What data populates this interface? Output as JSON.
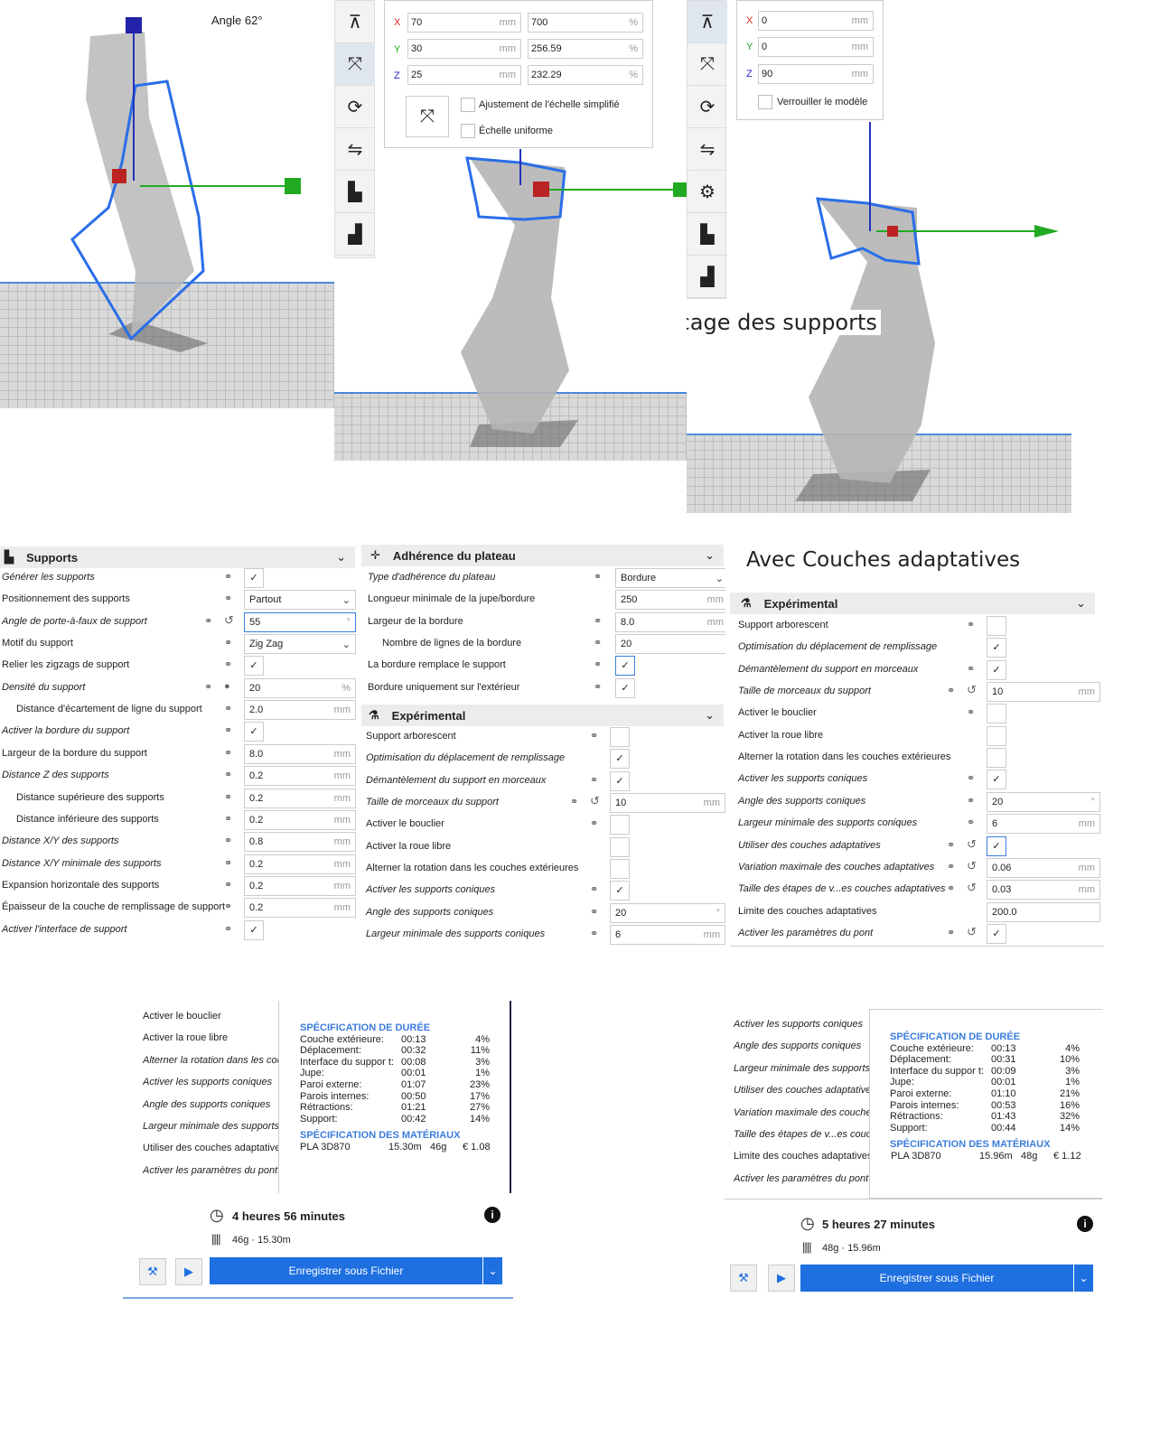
{
  "viewport1": {
    "angle_label": "Angle 62°"
  },
  "viewport2": {
    "scale": {
      "x_mm": "70",
      "y_mm": "30",
      "z_mm": "25",
      "x_pct": "700",
      "y_pct": "256.59",
      "z_pct": "232.29",
      "unit_mm": "mm",
      "unit_pct": "%",
      "axis_x": "X",
      "axis_y": "Y",
      "axis_z": "Z",
      "simplified_label": "Ajustement de l'échelle simplifié",
      "uniform_label": "Échelle uniforme"
    }
  },
  "viewport3": {
    "position": {
      "x": "0",
      "y": "0",
      "z": "90",
      "unit": "mm",
      "axis_x": "X",
      "axis_y": "Y",
      "axis_z": "Z",
      "lock_label": "Verrouiller le modèle"
    },
    "caption": "bolcage des supports"
  },
  "colors": {
    "accent": "#1e6fe0",
    "spec_header": "#3b7ddd"
  },
  "supports_panel": {
    "title": "Supports",
    "rows": [
      {
        "label": "Générer les supports",
        "it": true,
        "ctl": "check"
      },
      {
        "label": "Positionnement des supports",
        "ctl": "select",
        "value": "Partout"
      },
      {
        "label": "Angle de porte-à-faux de support",
        "it": true,
        "reset": true,
        "ctl": "text",
        "value": "55",
        "unit": "°",
        "focus": true
      },
      {
        "label": "Motif du support",
        "ctl": "select",
        "value": "Zig Zag"
      },
      {
        "label": "Relier les zigzags de support",
        "ctl": "check"
      },
      {
        "label": "Densité du support",
        "it": true,
        "fx": true,
        "ctl": "text",
        "value": "20",
        "unit": "%"
      },
      {
        "label": "Distance d'écartement de ligne du support",
        "indent": true,
        "ctl": "text",
        "value": "2.0",
        "unit": "mm"
      },
      {
        "label": "Activer la bordure du support",
        "it": true,
        "ctl": "check"
      },
      {
        "label": "Largeur de la bordure du support",
        "ctl": "text",
        "value": "8.0",
        "unit": "mm"
      },
      {
        "label": "Distance Z des supports",
        "it": true,
        "ctl": "text",
        "value": "0.2",
        "unit": "mm"
      },
      {
        "label": "Distance supérieure des supports",
        "indent": true,
        "ctl": "text",
        "value": "0.2",
        "unit": "mm"
      },
      {
        "label": "Distance inférieure des supports",
        "indent": true,
        "ctl": "text",
        "value": "0.2",
        "unit": "mm"
      },
      {
        "label": "Distance X/Y des supports",
        "it": true,
        "ctl": "text",
        "value": "0.8",
        "unit": "mm"
      },
      {
        "label": "Distance X/Y minimale des supports",
        "it": true,
        "ctl": "text",
        "value": "0.2",
        "unit": "mm"
      },
      {
        "label": "Expansion horizontale des supports",
        "ctl": "text",
        "value": "0.2",
        "unit": "mm"
      },
      {
        "label": "Épaisseur de la couche de remplissage de support",
        "ctl": "text",
        "value": "0.2",
        "unit": "mm"
      },
      {
        "label": "Activer l'interface de support",
        "it": true,
        "ctl": "check"
      }
    ]
  },
  "adhesion_panel": {
    "title": "Adhérence du plateau",
    "rows": [
      {
        "label": "Type d'adhérence du plateau",
        "it": true,
        "ctl": "select",
        "value": "Bordure"
      },
      {
        "label": "Longueur minimale de la jupe/bordure",
        "nolink": true,
        "ctl": "text",
        "value": "250",
        "unit": "mm"
      },
      {
        "label": "Largeur de la bordure",
        "ctl": "text",
        "value": "8.0",
        "unit": "mm"
      },
      {
        "label": "Nombre de lignes de la bordure",
        "indent": true,
        "ctl": "text",
        "value": "20",
        "unit": ""
      },
      {
        "label": "La bordure remplace le support",
        "ctl": "check",
        "focus": true
      },
      {
        "label": "Bordure uniquement sur l'extérieur",
        "ctl": "check"
      }
    ]
  },
  "experimental_mid": {
    "title": "Expérimental",
    "rows": [
      {
        "label": "Support arborescent",
        "ctl": "empty"
      },
      {
        "label": "Optimisation du déplacement de remplissage",
        "it": true,
        "nolink": true,
        "ctl": "check"
      },
      {
        "label": "Démantèlement du support en morceaux",
        "it": true,
        "ctl": "check"
      },
      {
        "label": "Taille de morceaux du support",
        "it": true,
        "reset": true,
        "ctl": "text",
        "value": "10",
        "unit": "mm"
      },
      {
        "label": "Activer le bouclier",
        "ctl": "empty"
      },
      {
        "label": "Activer la roue libre",
        "nolink": true,
        "ctl": "empty"
      },
      {
        "label": "Alterner la rotation dans les couches extérieures",
        "nolink": true,
        "ctl": "empty"
      },
      {
        "label": "Activer les supports coniques",
        "it": true,
        "ctl": "check"
      },
      {
        "label": "Angle des supports coniques",
        "it": true,
        "ctl": "text",
        "value": "20",
        "unit": "°"
      },
      {
        "label": "Largeur minimale des supports coniques",
        "it": true,
        "ctl": "text",
        "value": "6",
        "unit": "mm"
      }
    ]
  },
  "experimental_right": {
    "heading": "Avec Couches adaptatives",
    "title": "Expérimental",
    "rows": [
      {
        "label": "Support arborescent",
        "ctl": "empty"
      },
      {
        "label": "Optimisation du déplacement de remplissage",
        "it": true,
        "nolink": true,
        "ctl": "check"
      },
      {
        "label": "Démantèlement du support en morceaux",
        "it": true,
        "ctl": "check"
      },
      {
        "label": "Taille de morceaux du support",
        "it": true,
        "reset": true,
        "ctl": "text",
        "value": "10",
        "unit": "mm"
      },
      {
        "label": "Activer le bouclier",
        "ctl": "empty"
      },
      {
        "label": "Activer la roue libre",
        "nolink": true,
        "ctl": "empty"
      },
      {
        "label": "Alterner la rotation dans les couches extérieures",
        "nolink": true,
        "ctl": "empty"
      },
      {
        "label": "Activer les supports coniques",
        "it": true,
        "ctl": "check"
      },
      {
        "label": "Angle des supports coniques",
        "it": true,
        "ctl": "text",
        "value": "20",
        "unit": "°"
      },
      {
        "label": "Largeur minimale des supports coniques",
        "it": true,
        "ctl": "text",
        "value": "6",
        "unit": "mm"
      },
      {
        "label": "Utiliser des couches adaptatives",
        "it": true,
        "reset": true,
        "ctl": "check",
        "focus": true
      },
      {
        "label": "Variation maximale des couches adaptatives",
        "it": true,
        "reset": true,
        "ctl": "text",
        "value": "0.06",
        "unit": "mm"
      },
      {
        "label": "Taille des étapes de v...es couches adaptatives",
        "it": true,
        "reset": true,
        "ctl": "text",
        "value": "0.03",
        "unit": "mm"
      },
      {
        "label": "Limite des couches adaptatives",
        "nolink": true,
        "ctl": "text",
        "value": "200.0",
        "unit": ""
      },
      {
        "label": "Activer les paramètres du pont",
        "it": true,
        "reset": true,
        "ctl": "check"
      }
    ]
  },
  "result_left": {
    "side_labels": [
      {
        "label": "Activer le bouclier",
        "it": false
      },
      {
        "label": "Activer la roue libre",
        "it": false
      },
      {
        "label": "Alterner la rotation dans les cou",
        "it": true
      },
      {
        "label": "Activer les supports coniques",
        "it": true
      },
      {
        "label": "Angle des supports coniques",
        "it": true
      },
      {
        "label": "Largeur minimale des supports c",
        "it": true
      },
      {
        "label": "Utiliser des couches adaptatives",
        "it": false
      },
      {
        "label": "Activer les paramètres du pont",
        "it": true
      }
    ],
    "time_header": "SPÉCIFICATION DE DURÉE",
    "time_rows": [
      [
        "Couche extérieure:",
        "00:13",
        "4%"
      ],
      [
        "Déplacement:",
        "00:32",
        "11%"
      ],
      [
        "Interface du suppor t:",
        "00:08",
        "3%"
      ],
      [
        "Jupe:",
        "00:01",
        "1%"
      ],
      [
        "Paroi externe:",
        "01:07",
        "23%"
      ],
      [
        "Parois internes:",
        "00:50",
        "17%"
      ],
      [
        "Rétractions:",
        "01:21",
        "27%"
      ],
      [
        "Support:",
        "00:42",
        "14%"
      ]
    ],
    "material_header": "SPÉCIFICATION DES MATÉRIAUX",
    "material": [
      "PLA 3D870",
      "15.30m",
      "46g",
      "€ 1.08"
    ],
    "total_time": "4 heures 56 minutes",
    "summary": "46g · 15.30m",
    "save_label": "Enregistrer sous Fichier"
  },
  "result_right": {
    "side_labels": [
      {
        "label": "Activer les supports coniques",
        "it": true
      },
      {
        "label": "Angle des supports coniques",
        "it": true
      },
      {
        "label": "Largeur minimale des supports c",
        "it": true
      },
      {
        "label": "Utiliser des couches adaptatives",
        "it": true
      },
      {
        "label": "Variation maximale des couches",
        "it": true
      },
      {
        "label": "Taille des étapes de v...es couch",
        "it": true
      },
      {
        "label": "Limite des couches adaptatives",
        "it": false
      },
      {
        "label": "Activer les paramètres du pont",
        "it": true
      }
    ],
    "time_header": "SPÉCIFICATION DE DURÉE",
    "time_rows": [
      [
        "Couche extérieure:",
        "00:13",
        "4%"
      ],
      [
        "Déplacement:",
        "00:31",
        "10%"
      ],
      [
        "Interface du suppor t:",
        "00:09",
        "3%"
      ],
      [
        "Jupe:",
        "00:01",
        "1%"
      ],
      [
        "Paroi externe:",
        "01:10",
        "21%"
      ],
      [
        "Parois internes:",
        "00:53",
        "16%"
      ],
      [
        "Rétractions:",
        "01:43",
        "32%"
      ],
      [
        "Support:",
        "00:44",
        "14%"
      ]
    ],
    "material_header": "SPÉCIFICATION DES MATÉRIAUX",
    "material": [
      "PLA 3D870",
      "15.96m",
      "48g",
      "€ 1.12"
    ],
    "total_time": "5 heures 27 minutes",
    "summary": "48g · 15.96m",
    "save_label": "Enregistrer sous Fichier"
  }
}
